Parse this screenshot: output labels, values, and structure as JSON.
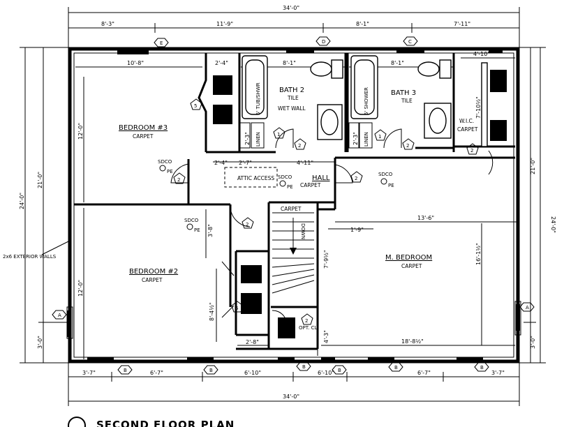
{
  "drawing": {
    "title": "SECOND FLOOR PLAN"
  },
  "dims": {
    "top_overall": "34'-0\"",
    "bottom_overall": "34'-0\"",
    "top": [
      "8'-3\"",
      "11'-9\"",
      "8'-1\"",
      "7'-11\""
    ],
    "bottom": [
      "3'-7\"",
      "6'-7\"",
      "6'-10\"",
      "6'-10\"",
      "6'-7\"",
      "3'-7\""
    ],
    "left_overall": "24'-0\"",
    "left_a": "21'-0\"",
    "left_b": "3'-0\"",
    "right_overall": "24'-0\"",
    "right_a": "21'-0\"",
    "right_b": "3'-0\"",
    "bed3_w": "10'-8\"",
    "bed3_h": "12'-0\"",
    "bed2_h": "12'-0\"",
    "bath2_w": "8'-1\"",
    "bath3_w": "8'-1\"",
    "wic_w": "4'-10\"",
    "wic_h": "7'-10½\"",
    "closet_a": "2'-4\"",
    "closet_b": "2'-4\"",
    "attic_a": "2'-4\"",
    "attic_b": "2'-7\"",
    "hall_w": "4'-11\"",
    "linen_a": "2'-3\"",
    "linen_b": "2'-3\"",
    "stair_h": "3'-8\"",
    "stair_a": "7'-9½\"",
    "stair_b": "1'-9\"",
    "mbed_w": "13'-6\"",
    "mbed_h": "16'-1½\"",
    "mbed_w2": "18'-8½\"",
    "bed2_cl_h": "8'-4½\"",
    "bed2_cl_w": "2'-8\"",
    "opt_h": "4'-3\""
  },
  "rooms": {
    "bed3": {
      "name": "BEDROOM #3",
      "finish": "CARPET"
    },
    "bed2": {
      "name": "BEDROOM #2",
      "finish": "CARPET"
    },
    "mbed": {
      "name": "M. BEDROOM",
      "finish": "CARPET"
    },
    "bath2": {
      "name": "BATH 2",
      "finish": "TILE"
    },
    "bath3": {
      "name": "BATH 3",
      "finish": "TILE"
    },
    "hall": {
      "name": "HALL",
      "finish": "CARPET"
    },
    "wic": {
      "name": "W.I.C.",
      "finish": "CARPET"
    },
    "stair_carpet": "CARPET"
  },
  "labels": {
    "attic": "ATTIC ACCESS",
    "wetwall": "WET WALL",
    "tub": "5' TUB/SHWR",
    "shower": "5' SHOWER",
    "linen": "LINEN",
    "down": "DOWN",
    "opt": "OPT. CL.",
    "exterior": "2x6 EXTERIOR WALLS",
    "sdco": "SDCO",
    "pe": "PE"
  },
  "tags": {
    "door1": "1",
    "door2": "2",
    "door5": "5",
    "door6": "6",
    "win_a": "A",
    "win_b": "B",
    "win_d": "D",
    "win_e": "E"
  }
}
